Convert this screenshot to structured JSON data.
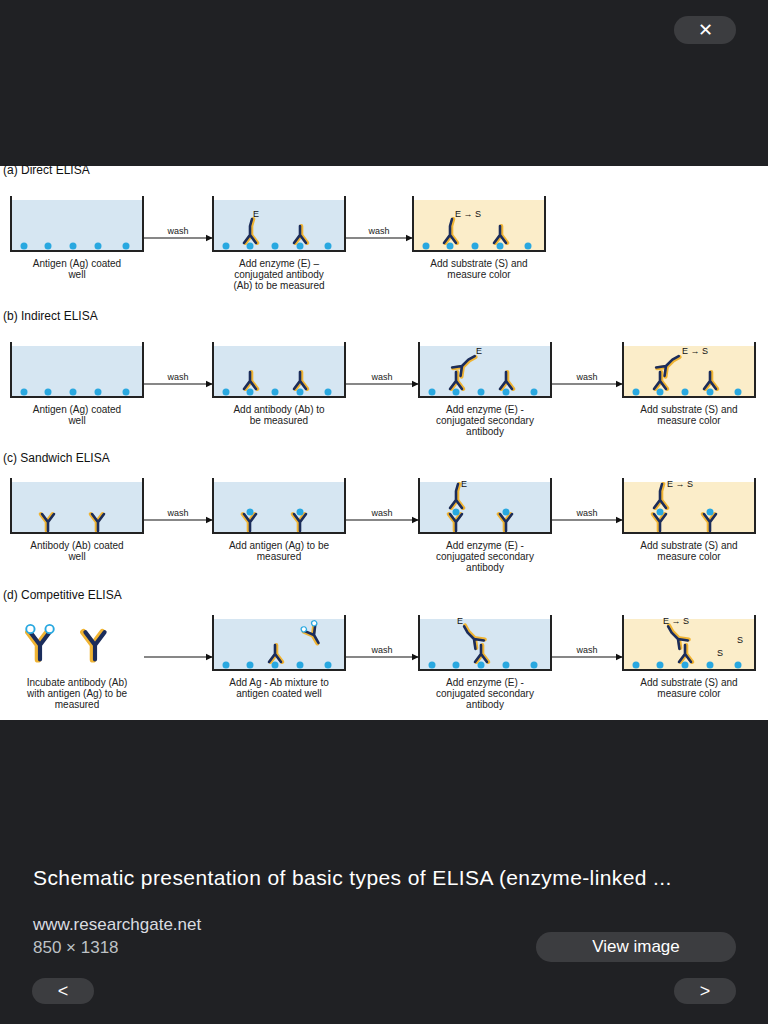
{
  "diagram": {
    "caption": "Schematic presentation of basic types of ELISA (enzyme-linked ...",
    "nodes": [
      {
        "text": [
          "✕"
        ]
      },
      {
        "text": [
          "Antigen (Ag) coated well"
        ]
      },
      {
        "text": [
          "Add enzyme (E) – conjugated antibody (Ab) to be measured"
        ]
      },
      {
        "text": [
          "Add substrate (S) and measure color"
        ]
      },
      {
        "text": [
          "Antigen (Ag) coated well"
        ]
      },
      {
        "text": [
          "Add antibody (Ab) to be measured"
        ]
      },
      {
        "text": [
          "Add enzyme (E) - conjugated secondary antibody"
        ]
      },
      {
        "text": [
          "Add substrate (S) and measure color"
        ]
      },
      {
        "text": [
          "Antibody (Ab) coated well"
        ]
      },
      {
        "text": [
          "Add antigen (Ag) to be measured"
        ]
      },
      {
        "text": [
          "Add enzyme (E) - conjugated secondary antibody"
        ]
      },
      {
        "text": [
          "Add substrate (S) and measure color"
        ]
      },
      {
        "text": [
          "Incubate antibody (Ab) with antigen (Ag) to be measured"
        ]
      },
      {
        "text": [
          "Add Ag - Ab mixture to antigen coated well"
        ]
      },
      {
        "text": [
          "Add enzyme (E) - conjugated secondary antibody"
        ]
      },
      {
        "text": [
          "Add substrate (S) and measure color"
        ]
      },
      {
        "text": [
          "View image"
        ]
      },
      {
        "text": [
          "<"
        ]
      },
      {
        "text": [
          ">"
        ]
      }
    ],
    "edges": [
      {
        "from": 1,
        "to": 2,
        "label": "wash",
        "arrow": "to"
      },
      {
        "from": 2,
        "to": 3,
        "label": "wash",
        "arrow": "to"
      },
      {
        "from": 4,
        "to": 5,
        "label": "wash",
        "arrow": "to"
      },
      {
        "from": 5,
        "to": 6,
        "label": "wash",
        "arrow": "to"
      },
      {
        "from": 6,
        "to": 7,
        "label": "wash",
        "arrow": "to"
      },
      {
        "from": 8,
        "to": 9,
        "label": "wash",
        "arrow": "to"
      },
      {
        "from": 9,
        "to": 10,
        "label": "wash",
        "arrow": "to"
      },
      {
        "from": 10,
        "to": 11,
        "label": "wash",
        "arrow": "to"
      },
      {
        "from": 12,
        "to": 13,
        "arrow": "to"
      },
      {
        "from": 13,
        "to": 14,
        "label": "wash",
        "arrow": "to"
      },
      {
        "from": 14,
        "to": 15,
        "label": "wash",
        "arrow": "to"
      }
    ],
    "labels": [
      "(a) Direct ELISA",
      "E",
      "E → S",
      "(b) Indirect ELISA",
      "E",
      "E → S",
      "(c) Sandwich ELISA",
      "E",
      "E → S",
      "(d) Competitive ELISA",
      "E",
      "E → S",
      "S",
      "S",
      "www.researchgate.net",
      "850 × 1318"
    ]
  }
}
